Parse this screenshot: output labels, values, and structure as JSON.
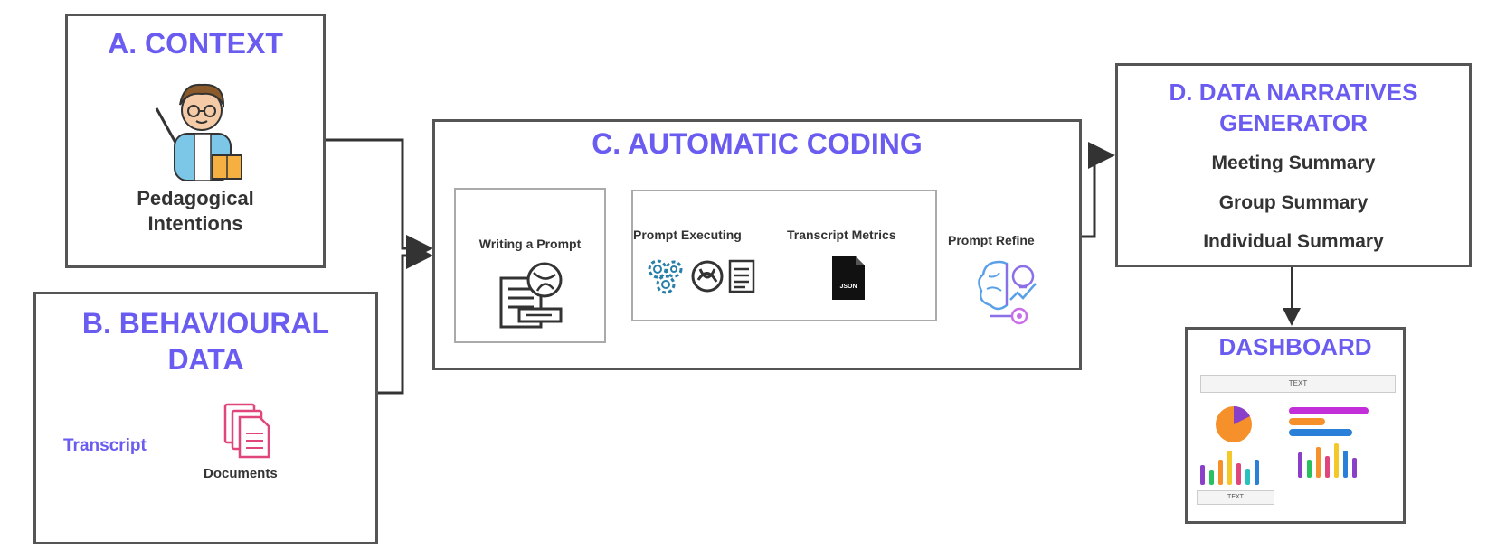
{
  "context": {
    "title": "A. CONTEXT",
    "label": "Pedagogical\nIntentions"
  },
  "behavioural": {
    "title": "B. BEHAVIOURAL\nDATA",
    "transcript_label": "Transcript",
    "documents_label": "Documents"
  },
  "automatic_coding": {
    "title": "C. AUTOMATIC CODING",
    "writing_prompt": "Writing a Prompt",
    "prompt_executing": "Prompt Executing",
    "transcript_metrics": "Transcript Metrics",
    "json_icon_text": "JSON",
    "prompt_refine": "Prompt Refine"
  },
  "narratives": {
    "title": "D. DATA NARRATIVES\nGENERATOR",
    "items": [
      "Meeting Summary",
      "Group Summary",
      "Individual Summary"
    ]
  },
  "dashboard": {
    "title": "DASHBOARD",
    "text_top": "TEXT",
    "text_bottom": "TEXT"
  },
  "colors": {
    "accent": "#6a5cf0",
    "border": "#555555",
    "docs_pink": "#e0457b"
  }
}
